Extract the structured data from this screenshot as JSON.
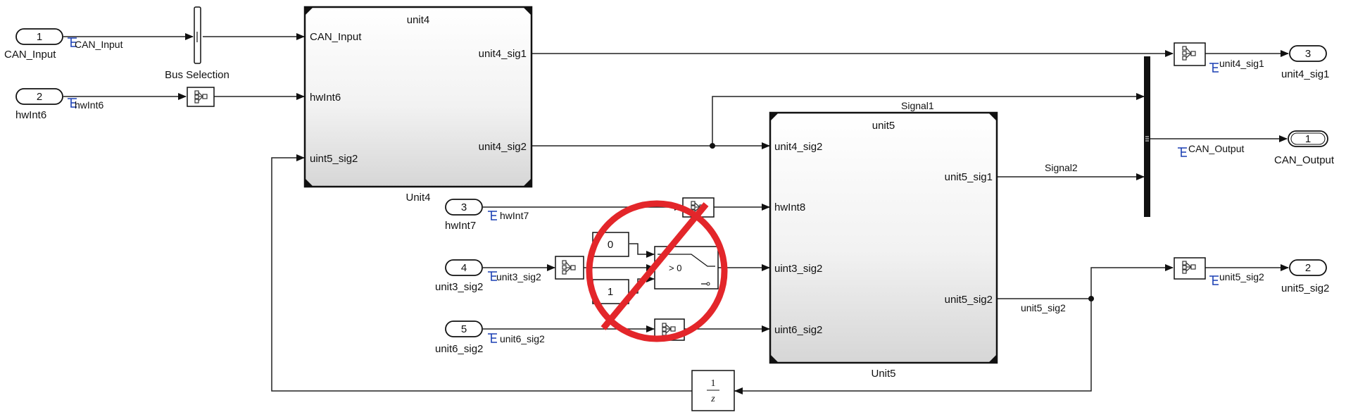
{
  "inports": {
    "in1": {
      "number": "1",
      "name": "CAN_Input",
      "signal": "CAN_Input"
    },
    "in2": {
      "number": "2",
      "name": "hwInt6",
      "signal": "hwInt6"
    },
    "in3": {
      "number": "3",
      "name": "hwInt7",
      "signal": "hwInt7"
    },
    "in4": {
      "number": "4",
      "name": "unit3_sig2",
      "signal": "unit3_sig2"
    },
    "in5": {
      "number": "5",
      "name": "unit6_sig2",
      "signal": "unit6_sig2"
    }
  },
  "outports": {
    "out1": {
      "number": "1",
      "name": "CAN_Output",
      "signal": "CAN_Output"
    },
    "out2": {
      "number": "2",
      "name": "unit5_sig2",
      "signal": "unit5_sig2"
    },
    "out3": {
      "number": "3",
      "name": "unit4_sig1",
      "signal": "unit4_sig1"
    }
  },
  "bus_selection": {
    "label": "Bus Selection"
  },
  "unit4": {
    "title": "unit4",
    "name": "Unit4",
    "inputs": [
      "CAN_Input",
      "hwInt6",
      "uint5_sig2"
    ],
    "outputs": [
      "unit4_sig1",
      "unit4_sig2"
    ]
  },
  "unit5": {
    "title": "unit5",
    "name": "Unit5",
    "inputs": [
      "unit4_sig2",
      "hwInt8",
      "uint3_sig2",
      "uint6_sig2"
    ],
    "outputs": [
      "unit5_sig1",
      "unit5_sig2"
    ]
  },
  "wire_labels": {
    "signal1": "Signal1",
    "signal2": "Signal2",
    "unit5_sig2": "unit5_sig2"
  },
  "constants": {
    "c0": "0",
    "c1": "1"
  },
  "switch": {
    "criteria": "> 0"
  },
  "delay": {
    "numerator": "1",
    "denominator": "z"
  },
  "colors": {
    "prohibition": "#e3262a",
    "signal_tag": "#1a3fb3",
    "subsystem_fill": "#dadada"
  }
}
